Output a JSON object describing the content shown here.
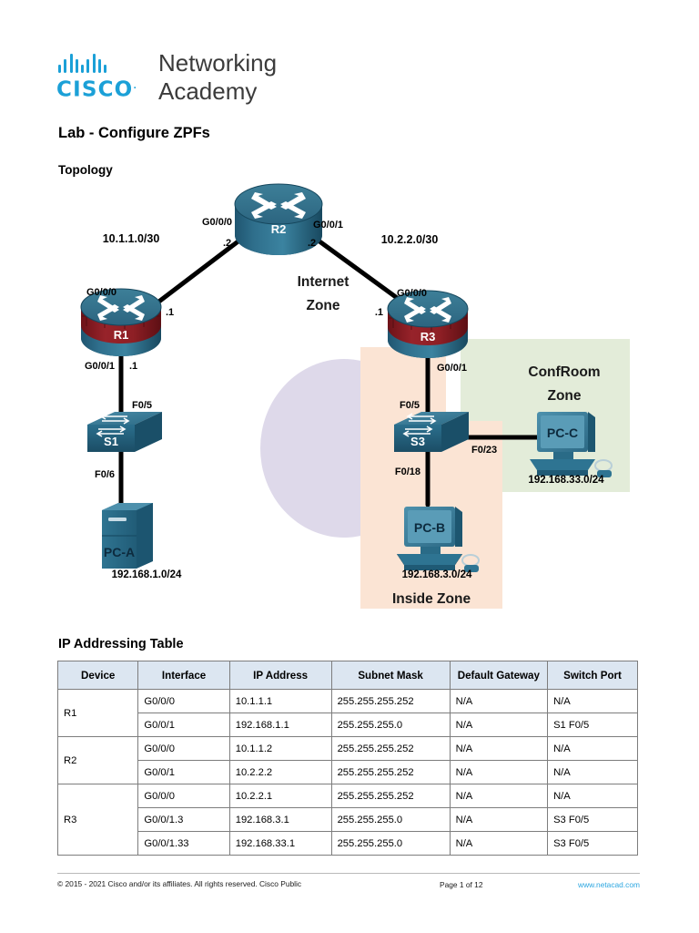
{
  "brand": {
    "logo_word": "CISCO",
    "line1": "Networking",
    "line2": "Academy"
  },
  "document": {
    "title": "Lab - Configure ZPFs",
    "topology_heading": "Topology",
    "table_heading": "IP Addressing Table"
  },
  "topology": {
    "zones": {
      "internet": {
        "label_line1": "Internet",
        "label_line2": "Zone",
        "color": "#ded9ea"
      },
      "inside": {
        "label": "Inside Zone",
        "color": "#fbe4d4"
      },
      "confroom": {
        "label_line1": "ConfRoom",
        "label_line2": "Zone",
        "color": "#e3ecd9"
      }
    },
    "devices": {
      "r1": {
        "label": "R1",
        "type": "firewall-router"
      },
      "r2": {
        "label": "R2",
        "type": "router"
      },
      "r3": {
        "label": "R3",
        "type": "firewall-router"
      },
      "s1": {
        "label": "S1",
        "type": "switch"
      },
      "s3": {
        "label": "S3",
        "type": "switch"
      },
      "pca": {
        "label": "PC-A",
        "type": "tower-pc"
      },
      "pcb": {
        "label": "PC-B",
        "type": "desktop-pc"
      },
      "pcc": {
        "label": "PC-C",
        "type": "desktop-pc"
      }
    },
    "networks": {
      "r1_r2": "10.1.1.0/30",
      "r2_r3": "10.2.2.0/30",
      "pca_lan": "192.168.1.0/24",
      "pcb_lan": "192.168.3.0/24",
      "pcc_lan": "192.168.33.0/24"
    },
    "interfaces": {
      "r1_wan": "G0/0/0",
      "r1_wan_host": ".1",
      "r1_lan": "G0/0/1",
      "r1_lan_host": ".1",
      "r2_left": "G0/0/0",
      "r2_left_host": ".2",
      "r2_right": "G0/0/1",
      "r2_right_host": ".2",
      "r3_wan": "G0/0/0",
      "r3_wan_host": ".1",
      "r3_lan": "G0/0/1",
      "s1_uplink": "F0/5",
      "s1_pca": "F0/6",
      "s3_uplink": "F0/5",
      "s3_pcb": "F0/18",
      "s3_pcc": "F0/23"
    }
  },
  "ip_table": {
    "headers": [
      "Device",
      "Interface",
      "IP Address",
      "Subnet Mask",
      "Default Gateway",
      "Switch Port"
    ],
    "rows": [
      {
        "device": "R1",
        "span": 2,
        "interface": "G0/0/0",
        "ip": "10.1.1.1",
        "mask": "255.255.255.252",
        "gateway": "N/A",
        "port": "N/A"
      },
      {
        "device": "",
        "span": 0,
        "interface": "G0/0/1",
        "ip": "192.168.1.1",
        "mask": "255.255.255.0",
        "gateway": "N/A",
        "port": "S1 F0/5"
      },
      {
        "device": "R2",
        "span": 2,
        "interface": "G0/0/0",
        "ip": "10.1.1.2",
        "mask": "255.255.255.252",
        "gateway": "N/A",
        "port": "N/A"
      },
      {
        "device": "",
        "span": 0,
        "interface": "G0/0/1",
        "ip": "10.2.2.2",
        "mask": "255.255.255.252",
        "gateway": "N/A",
        "port": "N/A"
      },
      {
        "device": "R3",
        "span": 3,
        "interface": "G0/0/0",
        "ip": "10.2.2.1",
        "mask": "255.255.255.252",
        "gateway": "N/A",
        "port": "N/A"
      },
      {
        "device": "",
        "span": 0,
        "interface": "G0/0/1.3",
        "ip": "192.168.3.1",
        "mask": "255.255.255.0",
        "gateway": "N/A",
        "port": "S3 F0/5"
      },
      {
        "device": "",
        "span": 0,
        "interface": "G0/0/1.33",
        "ip": "192.168.33.1",
        "mask": "255.255.255.0",
        "gateway": "N/A",
        "port": "S3 F0/5"
      }
    ]
  },
  "footer": {
    "copyright": "© 2015 - 2021 Cisco and/or its affiliates. All rights reserved. Cisco Public",
    "page": "Page 1 of 12",
    "url": "www.netacad.com"
  }
}
